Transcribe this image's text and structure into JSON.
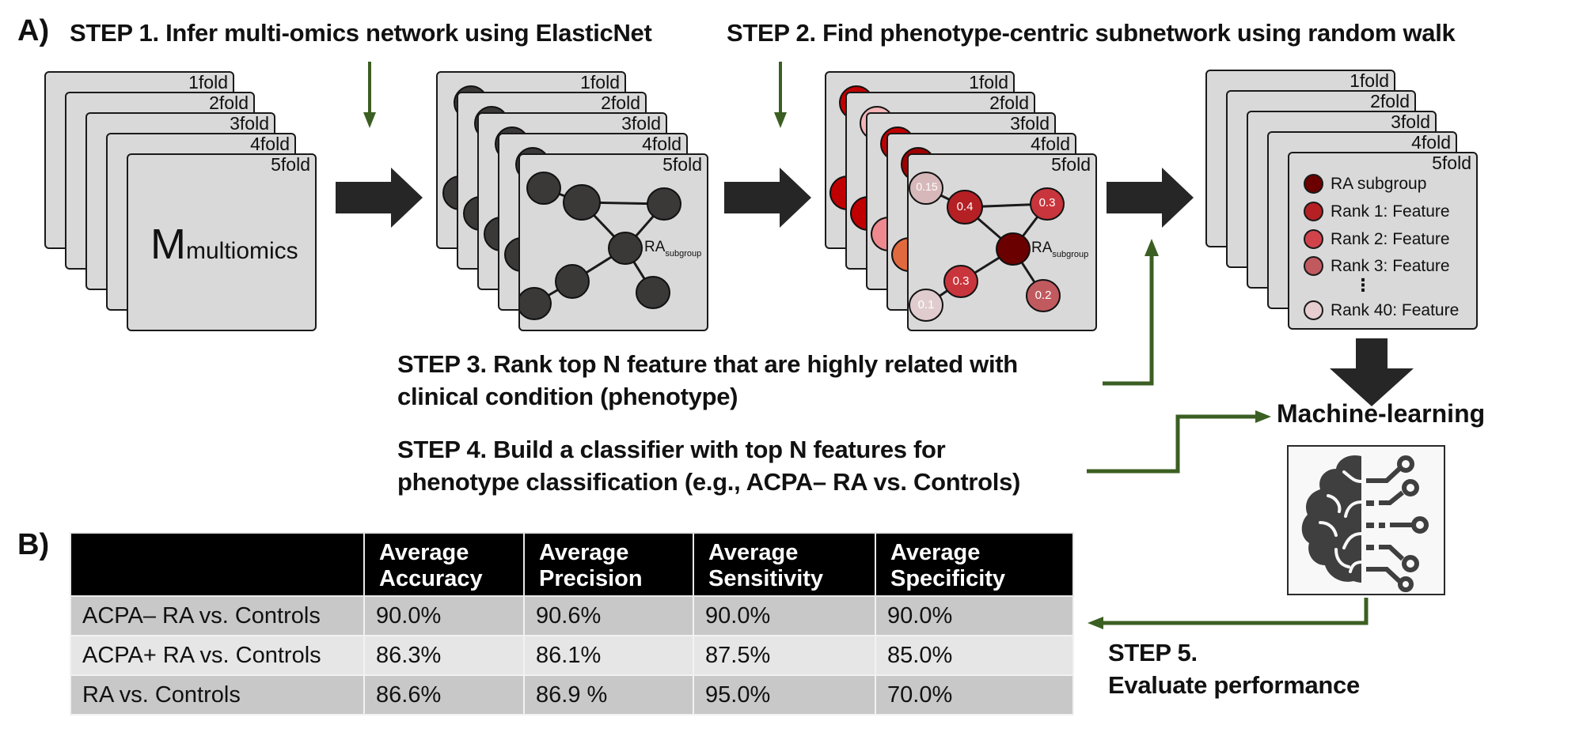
{
  "panel_a": {
    "label": "A)",
    "step1": "STEP 1. Infer multi-omics network using ElasticNet",
    "step2": "STEP 2. Find phenotype-centric subnetwork using random walk",
    "step3": [
      "STEP 3. Rank top N feature that are highly related with",
      "clinical condition (phenotype)"
    ],
    "step4": [
      "STEP 4. Build a classifier with top N features for",
      "phenotype classification (e.g., ACPA– RA vs. Controls)"
    ],
    "step5": [
      "STEP 5.",
      "Evaluate performance"
    ],
    "folds": [
      "1fold",
      "2fold",
      "3fold",
      "4fold",
      "5fold"
    ],
    "matrix": {
      "main": "M",
      "sub": "multiomics"
    },
    "network_label": {
      "main": "RA",
      "sub": "subgroup"
    },
    "walk_scores": {
      "top_left": "0.15",
      "upper_mid": "0.4",
      "upper_right": "0.3",
      "lower_mid": "0.3",
      "bottom_left": "0.1",
      "bottom_right": "0.2"
    },
    "ranking_legend": [
      {
        "label": "RA subgroup",
        "color": "#6b0000"
      },
      {
        "label": "Rank 1: Feature",
        "color": "#b52025"
      },
      {
        "label": "Rank 2: Feature",
        "color": "#d0434a"
      },
      {
        "label": "Rank 3: Feature",
        "color": "#c05a5e"
      },
      {
        "label": "⋮",
        "color": null
      },
      {
        "label": "Rank 40: Feature",
        "color": "#e6cdcf"
      }
    ],
    "ml_label": "Machine-learning",
    "ml_icon": "brain-circuit-icon"
  },
  "panel_b": {
    "label": "B)",
    "columns": [
      "",
      "Average\nAccuracy",
      "Average\nPrecision",
      "Average\nSensitivity",
      "Average\nSpecificity"
    ],
    "rows": [
      {
        "name": "ACPA– RA vs. Controls",
        "values": [
          "90.0%",
          "90.6%",
          "90.0%",
          "90.0%"
        ]
      },
      {
        "name": "ACPA+ RA vs. Controls",
        "values": [
          "86.3%",
          "86.1%",
          "87.5%",
          "85.0%"
        ]
      },
      {
        "name": "RA vs. Controls",
        "values": [
          "86.6%",
          "86.9 %",
          "95.0%",
          "70.0%"
        ]
      }
    ]
  },
  "colors": {
    "arrow_green": "#3b5f22",
    "block_arrow": "#262626",
    "fold_fill": "#d9d9d9",
    "node_dark": "#3b3838",
    "ra_node": "#6b0000"
  }
}
